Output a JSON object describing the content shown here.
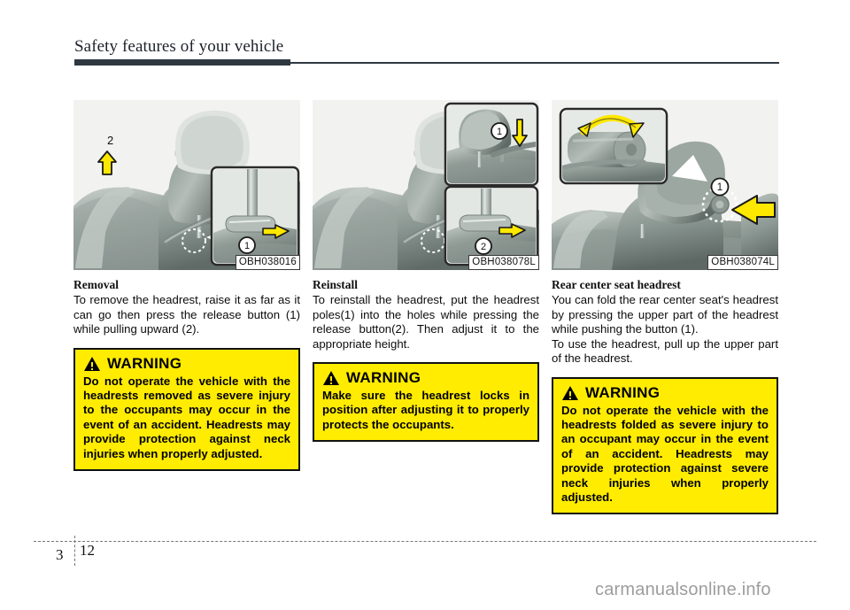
{
  "header": {
    "title": "Safety features of your vehicle"
  },
  "columns": [
    {
      "figure": {
        "code": "OBH038016",
        "alt": "Front seat headrest being removed, callout shows release button",
        "callout_numbers": [
          "1",
          "2"
        ]
      },
      "heading": "Removal",
      "paragraphs": [
        "To remove the headrest, raise it as far as it can go then press the release button (1) while pulling upward (2)."
      ],
      "warning": {
        "title": "WARNING",
        "text": "Do not operate the vehicle with the headrests removed as severe injury to the occupants may occur in the event of an accident. Headrests may provide protection against neck injuries when properly adjusted."
      }
    },
    {
      "figure": {
        "code": "OBH038078L",
        "alt": "Front seat headrest being reinstalled, two callouts",
        "callout_numbers": [
          "1",
          "2"
        ]
      },
      "heading": "Reinstall",
      "paragraphs": [
        "To reinstall the headrest, put the headrest poles(1) into the holes while pressing the release button(2). Then adjust it to the appropriate height."
      ],
      "warning": {
        "title": "WARNING",
        "text": "Make sure the headrest locks in position after adjusting it to properly protects the occupants."
      }
    },
    {
      "figure": {
        "code": "OBH038074L",
        "alt": "Rear center seat headrest folding, callout shows button",
        "callout_numbers": [
          "1"
        ]
      },
      "heading": "Rear center seat headrest",
      "paragraphs": [
        "You can fold the rear center seat's headrest by pressing the upper part of the headrest while pushing the button (1).",
        "To use the headrest, pull up the upper part of the headrest."
      ],
      "warning": {
        "title": "WARNING",
        "text": "Do not operate the vehicle with the headrests folded as severe injury to an occupant may occur in the event of an accident. Headrests may provide protection against severe neck injuries when properly adjusted."
      }
    }
  ],
  "footer": {
    "chapter": "3",
    "page": "12",
    "watermark": "carmanualsonline.info"
  },
  "colors": {
    "warning_background": "#ffec00",
    "warning_border": "#111111",
    "rule": "#2f3841",
    "figure_background": "#f2f3f1",
    "arrow_yellow": "#ffe800"
  }
}
